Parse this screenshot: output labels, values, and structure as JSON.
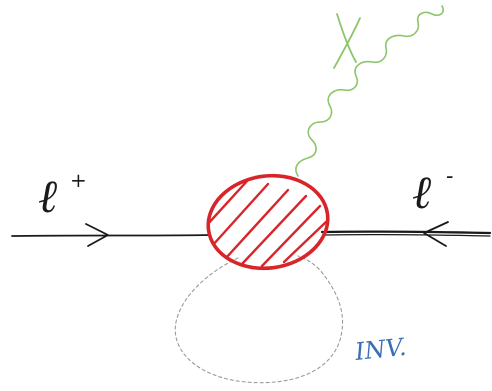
{
  "labels": {
    "positron": "ℓ",
    "positron_sign": "+",
    "electron": "ℓ",
    "electron_sign": "-",
    "photon": "X",
    "invisible": "INV."
  },
  "colors": {
    "ink": "#1a1a1a",
    "blob": "#d8252a",
    "photon": "#8cc56a",
    "invisible_text": "#3a6fb5",
    "invisible_loop": "#9a9a9a"
  }
}
